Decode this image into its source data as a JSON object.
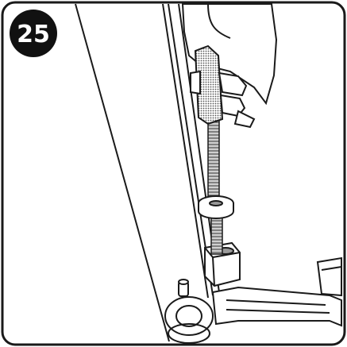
{
  "step": {
    "number": "25"
  },
  "colors": {
    "line": "#1a1a1a",
    "badge": "#111111",
    "shade": "#9a9a9a",
    "background": "#ffffff"
  },
  "icons": {
    "badge": "step-number-badge",
    "hand": "hand-holding-tool",
    "bolt": "threaded-bolt",
    "washer": "washer",
    "bracket": "mounting-bracket",
    "leg": "frame-leg",
    "base": "base-foot"
  }
}
